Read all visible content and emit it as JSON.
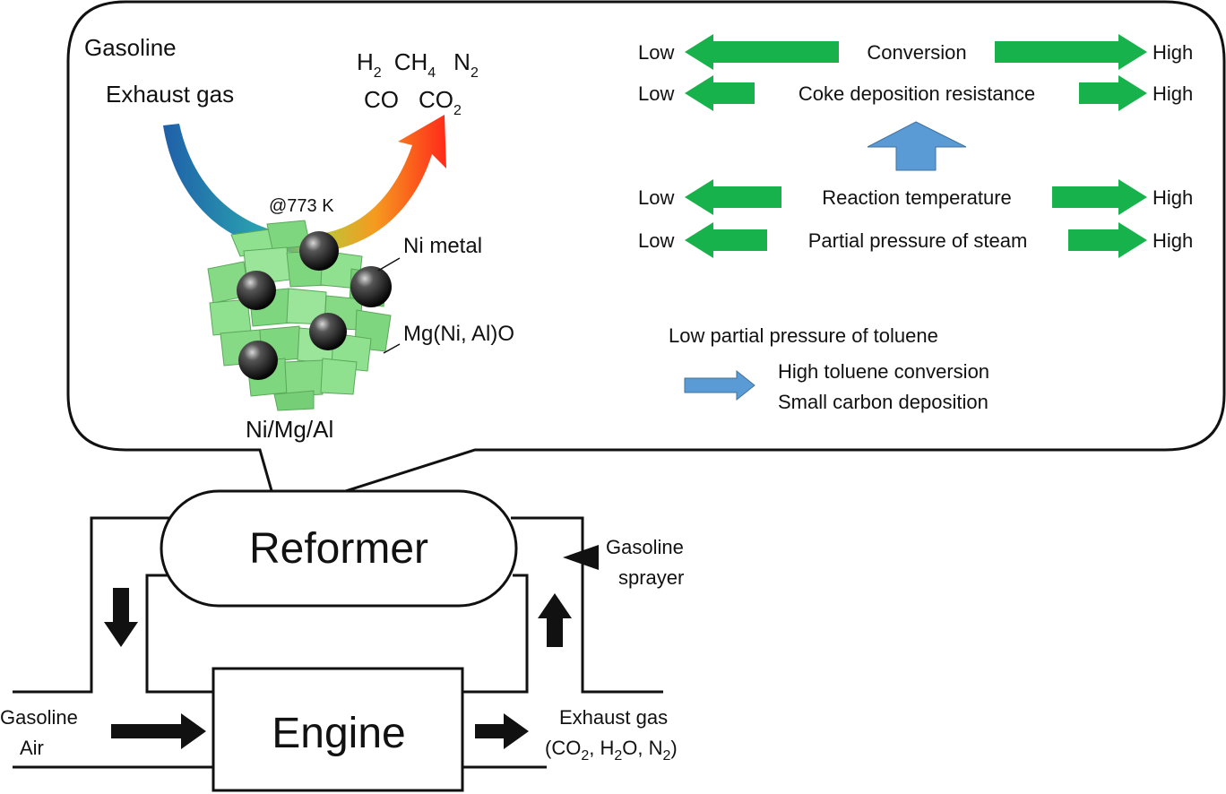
{
  "callout": {
    "input_label_1": "Gasoline",
    "input_label_2": "Exhaust gas",
    "products_line_1": [
      "H",
      "2",
      "CH",
      "4",
      "N",
      "2"
    ],
    "products_line_2": [
      "CO",
      "CO",
      "2"
    ],
    "temperature_label": "@773 K",
    "ni_metal_label": "Ni metal",
    "oxide_label": "Mg(Ni, Al)O",
    "catalyst_label": "Ni/Mg/Al"
  },
  "trends": {
    "rows": [
      {
        "left": "Low",
        "label": "Conversion",
        "right": "High"
      },
      {
        "left": "Low",
        "label": "Coke deposition resistance",
        "right": "High"
      },
      {
        "left": "Low",
        "label": "Reaction temperature",
        "right": "High"
      },
      {
        "left": "Low",
        "label": "Partial pressure of steam",
        "right": "High"
      }
    ],
    "toluene_condition": "Low partial pressure of toluene",
    "result_line_1": "High toluene conversion",
    "result_line_2": "Small carbon deposition"
  },
  "system": {
    "reformer_label": "Reformer",
    "engine_label": "Engine",
    "sprayer_label_1": "Gasoline",
    "sprayer_label_2": "sprayer",
    "intake_label_1": "Gasoline",
    "intake_label_2": "Air",
    "exhaust_label_1": "Exhaust gas",
    "exhaust_label_2": [
      "(CO",
      "2",
      ", H",
      "2",
      "O, N",
      "2",
      ")"
    ]
  },
  "colors": {
    "green_arrow": "#17b24b",
    "blue_arrow": "#5b9bd5",
    "cube_green": "#7ed67e",
    "gradient_start": "#1f5fa8",
    "gradient_end": "#ff2a1a"
  }
}
